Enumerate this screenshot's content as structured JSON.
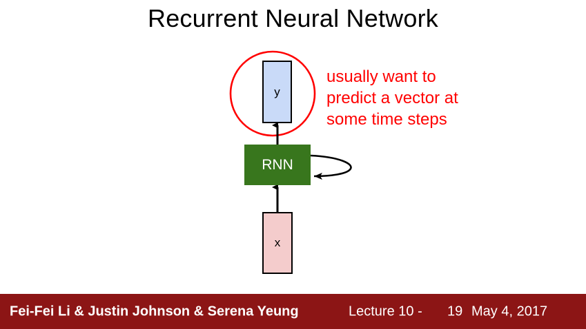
{
  "slide": {
    "title": "Recurrent Neural Network"
  },
  "diagram": {
    "nodes": {
      "output": {
        "label": "y",
        "fill": "#C9DAF8"
      },
      "cell": {
        "label": "RNN",
        "fill": "#38761D"
      },
      "input": {
        "label": "x",
        "fill": "#F4CCCC"
      }
    },
    "highlight": {
      "shape": "circle",
      "color": "#FF0000"
    },
    "annotation": {
      "text": "usually want to\npredict a vector at\nsome time steps",
      "color": "#FF0000"
    }
  },
  "footer": {
    "authors": "Fei-Fei Li & Justin Johnson & Serena Yeung",
    "lecture": "Lecture 10 -",
    "slide_number": "19",
    "date": "May 4, 2017",
    "background": "#8C1515"
  }
}
